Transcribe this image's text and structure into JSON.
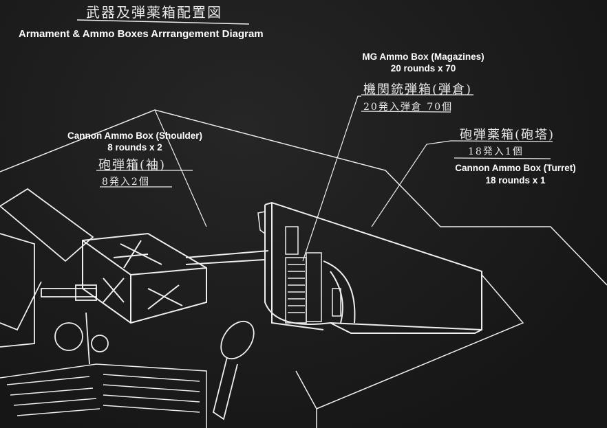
{
  "title": {
    "japanese": "武器及弾薬箱配置図",
    "english": "Armament & Ammo Boxes Arrrangement Diagram"
  },
  "labels": {
    "mg_box": {
      "title": "MG Ammo Box (Magazines)",
      "detail": "20 rounds x 70",
      "jp_title": "機関銃弾箱(弾倉)",
      "jp_detail": "20発入弾倉 70個"
    },
    "shoulder_box": {
      "title": "Cannon Ammo Box (Shoulder)",
      "detail": "8 rounds x 2",
      "jp_title": "砲弾箱(袖)",
      "jp_detail": "8発入2個"
    },
    "turret_box": {
      "title": "Cannon Ammo Box (Turret)",
      "detail": "18 rounds x 1",
      "jp_title": "砲弾薬箱(砲塔)",
      "jp_detail": "18発入1個"
    }
  },
  "colors": {
    "background": "#1c1c1c",
    "line": "#f0f0f0"
  }
}
